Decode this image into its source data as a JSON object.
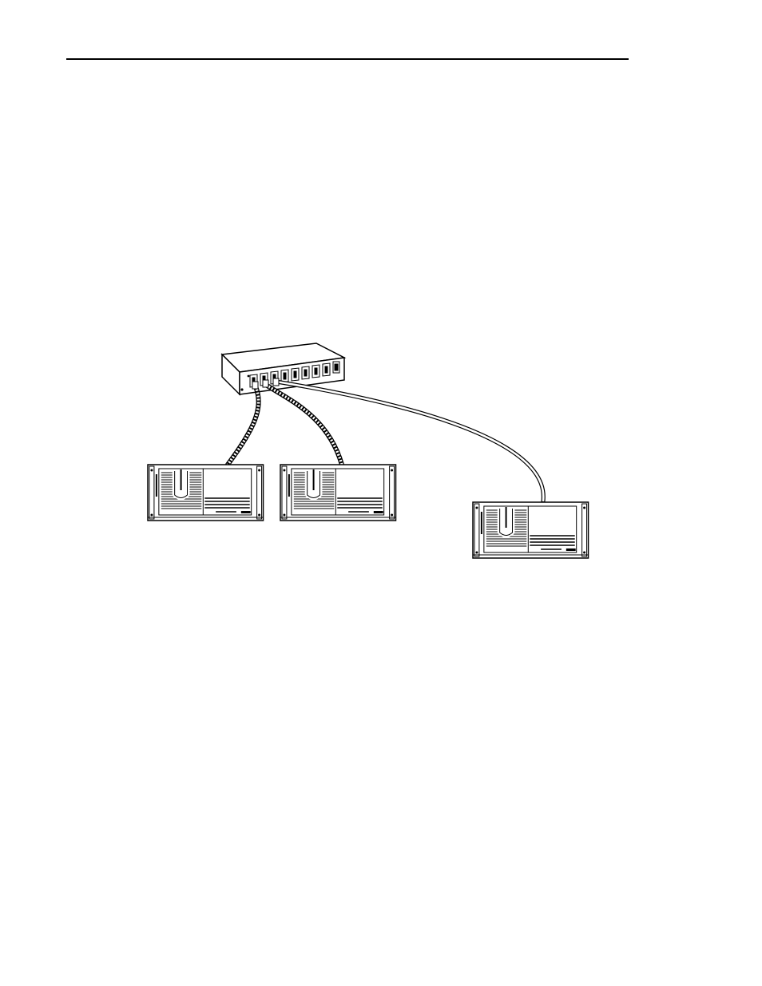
{
  "page": {
    "caption": ""
  },
  "diagram": {
    "nodes": [
      {
        "id": "hub",
        "kind": "multiport-hub",
        "ports": 8
      },
      {
        "id": "server-1",
        "kind": "rack-server"
      },
      {
        "id": "server-2",
        "kind": "rack-server"
      },
      {
        "id": "server-3",
        "kind": "rack-server"
      }
    ],
    "edges": [
      {
        "from": "hub",
        "port": 1,
        "to": "server-1",
        "cable": "shielded-braided"
      },
      {
        "from": "hub",
        "port": 2,
        "to": "server-2",
        "cable": "shielded-braided"
      },
      {
        "from": "hub",
        "port": 3,
        "to": "server-3",
        "cable": "plain-double-line"
      }
    ]
  }
}
